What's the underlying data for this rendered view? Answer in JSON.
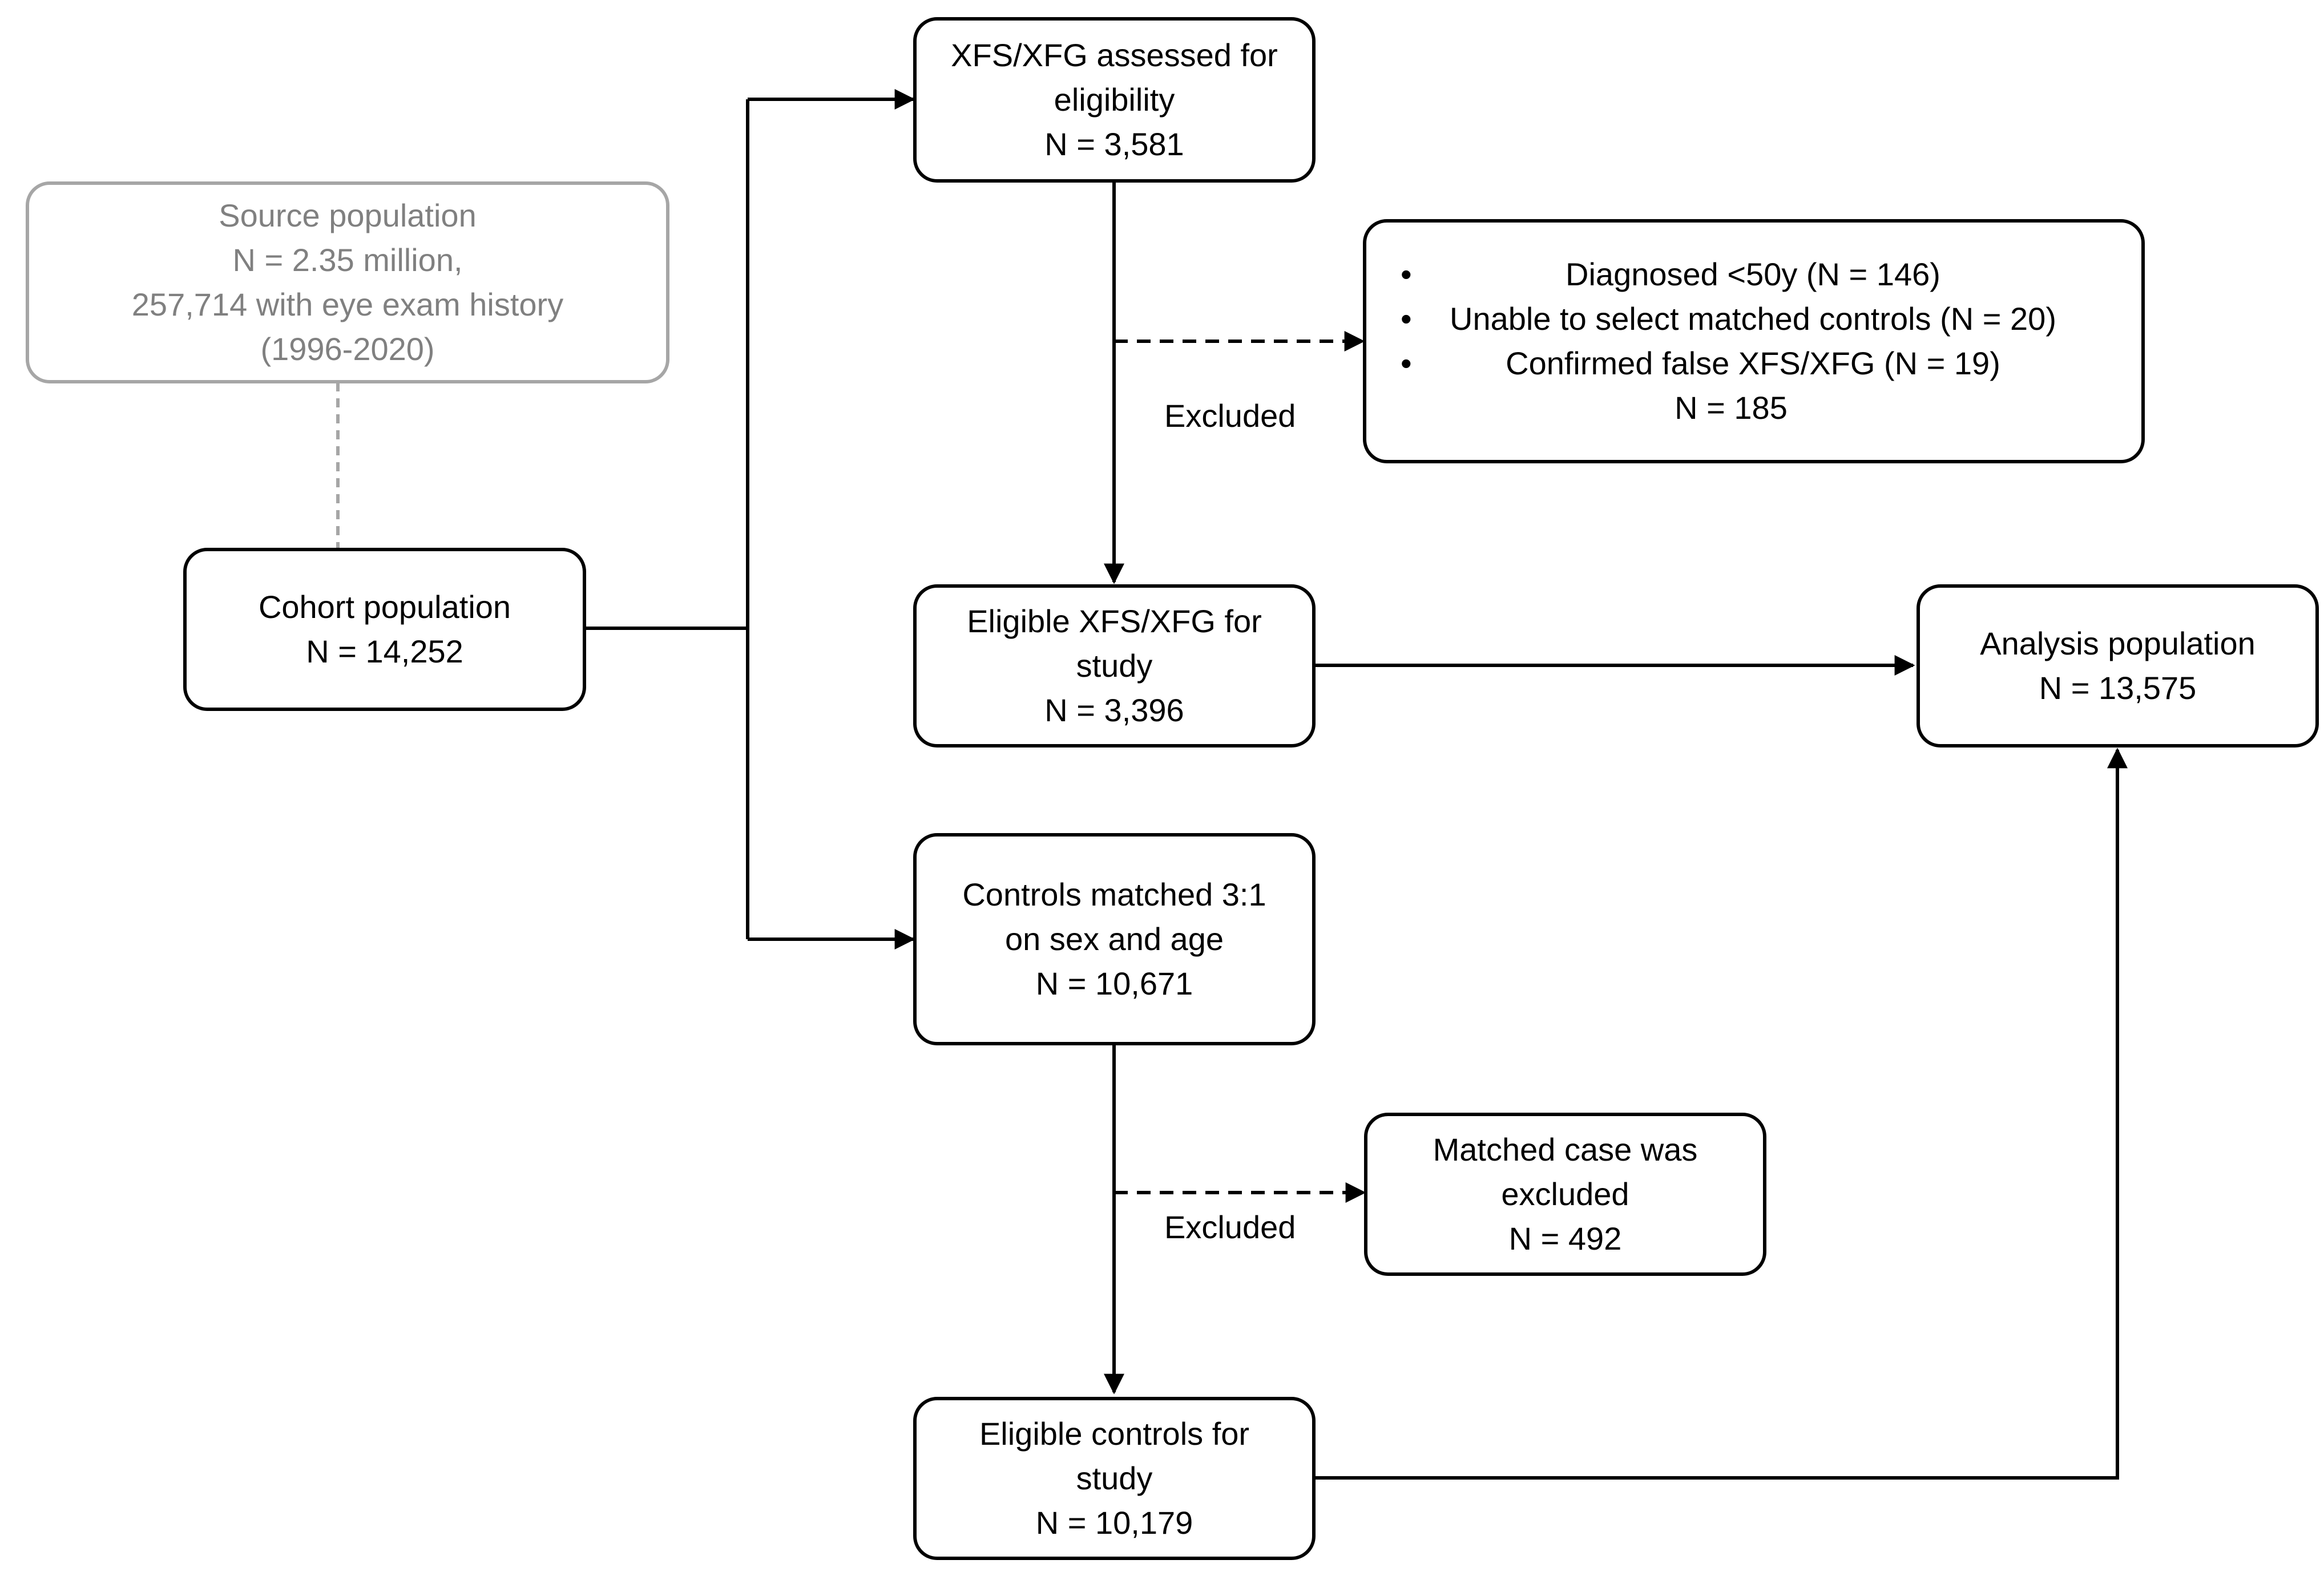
{
  "boxes": {
    "source": {
      "lines": [
        "Source population",
        "N = 2.35 million,",
        "257,714 with eye exam history",
        "(1996-2020)"
      ]
    },
    "cohort": {
      "lines": [
        "Cohort population",
        "N = 14,252"
      ]
    },
    "assessed": {
      "lines": [
        "XFS/XFG assessed for",
        "eligibility",
        "N = 3,581"
      ]
    },
    "exclusions": {
      "items": [
        "Diagnosed <50y (N = 146)",
        "Unable to select matched controls (N = 20)",
        "Confirmed false XFS/XFG  (N = 19)"
      ],
      "total": "N = 185"
    },
    "eligible_cases": {
      "lines": [
        "Eligible XFS/XFG for",
        "study",
        "N = 3,396"
      ]
    },
    "analysis": {
      "lines": [
        "Analysis population",
        "N = 13,575"
      ]
    },
    "controls": {
      "lines": [
        "Controls matched 3:1",
        "on sex and age",
        "N = 10,671"
      ]
    },
    "matched_excluded": {
      "lines": [
        "Matched case was",
        "excluded",
        "N = 492"
      ]
    },
    "eligible_controls": {
      "lines": [
        "Eligible controls for",
        "study",
        "N = 10,179"
      ]
    }
  },
  "labels": {
    "excluded_1": "Excluded",
    "excluded_2": "Excluded"
  },
  "colors": {
    "line": "#000000",
    "grey_border": "#a6a6a6",
    "grey_text": "#808080"
  }
}
